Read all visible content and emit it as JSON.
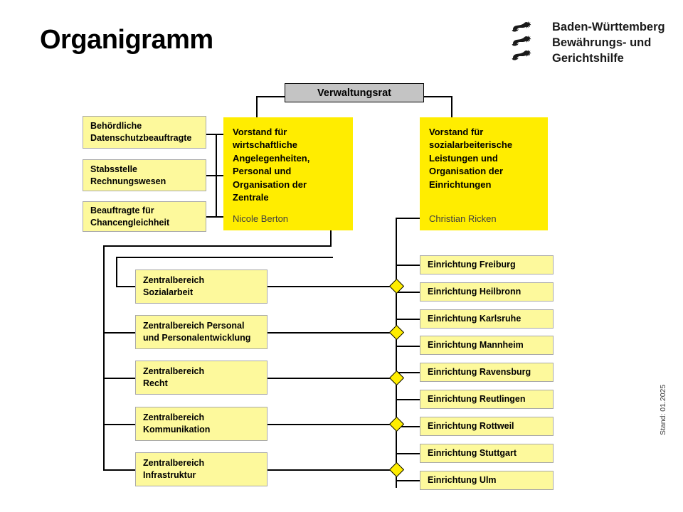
{
  "header": {
    "title": "Organigramm",
    "brand_lines": [
      "Baden-Württemberg",
      "Bewährungs- und",
      "Gerichtshilfe"
    ],
    "brand_text": "Baden-Württemberg\nBewährungs- und\nGerichtshilfe",
    "crest_icon": "three-lions-crest-icon"
  },
  "footer": {
    "stand": "Stand: 01.2025"
  },
  "colors": {
    "vorstand_yellow": "#FFED00",
    "light_yellow": "#FDF99C",
    "council_gray": "#C4C4C4",
    "line_black": "#000000",
    "box_border_gray": "#A9A9A9",
    "person_text": "#404040"
  },
  "council": {
    "label": "Verwaltungsrat"
  },
  "staff_units": [
    {
      "label": "Behördliche\nDatenschutzbeauftragte"
    },
    {
      "label": "Stabsstelle\nRechnungswesen"
    },
    {
      "label": "Beauftragte für\nChancengleichheit"
    }
  ],
  "boards": [
    {
      "title": "Vorstand für\nwirtschaftliche\nAngelegenheiten,\nPersonal und\nOrganisation der\nZentrale",
      "person": "Nicole Berton"
    },
    {
      "title": "Vorstand für\nsozialarbeiterische\nLeistungen und\nOrganisation der\nEinrichtungen",
      "person": "Christian Ricken"
    }
  ],
  "central_areas": [
    {
      "label": "Zentralbereich\nSozialarbeit"
    },
    {
      "label": "Zentralbereich Personal\nund Personalentwicklung"
    },
    {
      "label": "Zentralbereich\nRecht"
    },
    {
      "label": "Zentralbereich\nKommunikation"
    },
    {
      "label": "Zentralbereich\nInfrastruktur"
    }
  ],
  "facilities": [
    {
      "label": "Einrichtung Freiburg"
    },
    {
      "label": "Einrichtung Heilbronn"
    },
    {
      "label": "Einrichtung Karlsruhe"
    },
    {
      "label": "Einrichtung Mannheim"
    },
    {
      "label": "Einrichtung Ravensburg"
    },
    {
      "label": "Einrichtung Reutlingen"
    },
    {
      "label": "Einrichtung Rottweil"
    },
    {
      "label": "Einrichtung Stuttgart"
    },
    {
      "label": "Einrichtung Ulm"
    }
  ]
}
